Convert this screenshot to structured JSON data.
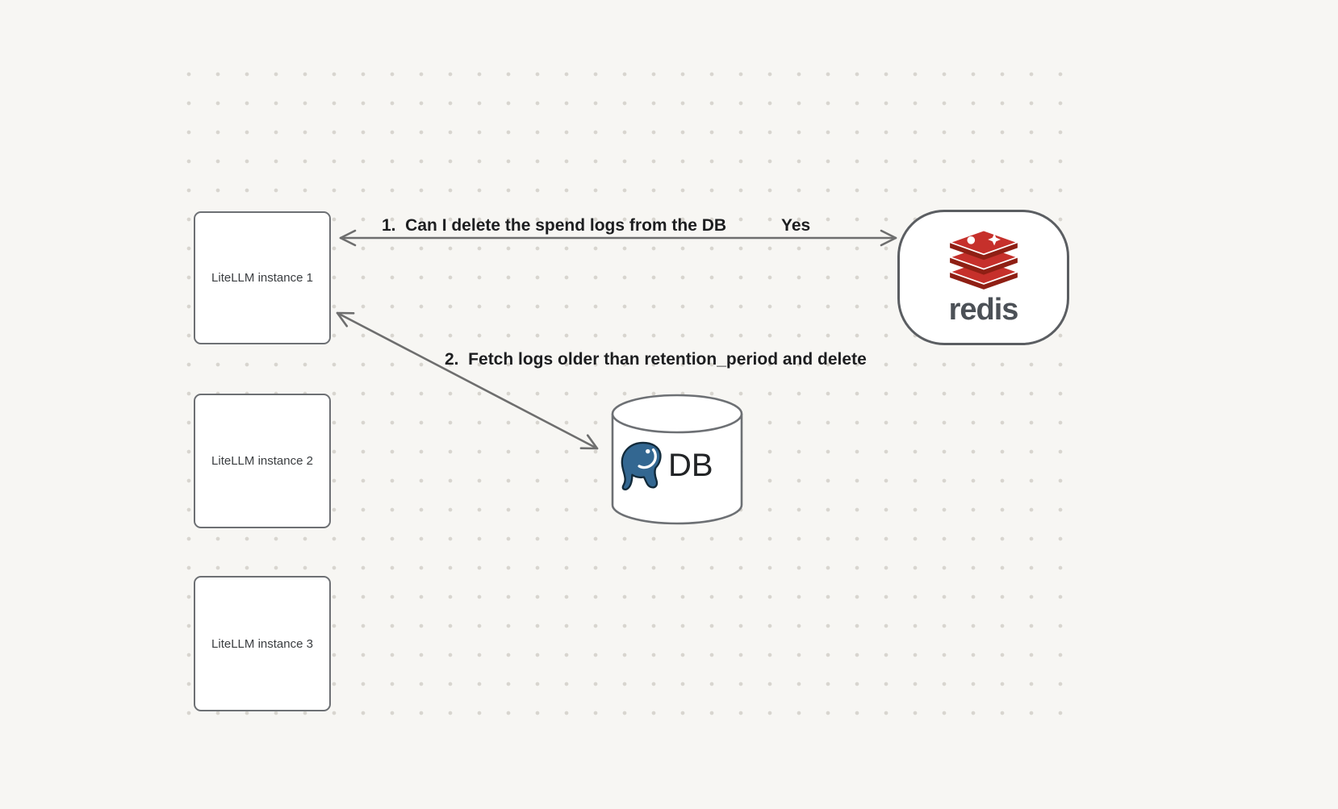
{
  "nodes": {
    "litellm_instances": [
      {
        "label": "LiteLLM instance 1"
      },
      {
        "label": "LiteLLM instance 2"
      },
      {
        "label": "LiteLLM instance 3"
      }
    ],
    "redis": {
      "wordmark": "redis",
      "icon": "redis-stack-logo"
    },
    "db": {
      "label": "DB",
      "icon": "postgresql-elephant-logo"
    }
  },
  "annotations": {
    "step1_label": "1.  Can I delete the spend logs from the DB",
    "step1_response": "Yes",
    "step2_label": "2.  Fetch logs older than retention_period and delete"
  },
  "colors": {
    "background": "#f7f6f3",
    "dot_grid": "#d8d5cf",
    "node_border": "#6d7074",
    "redis_border": "#5b5e62",
    "arrow": "#6e6e6e",
    "text": "#1d1e20",
    "redis_red_top": "#c6302b",
    "redis_red_side": "#8f1f14",
    "redis_wordmark": "#4c5157",
    "postgres_blue": "#336791",
    "postgres_outline": "#122a3a"
  }
}
